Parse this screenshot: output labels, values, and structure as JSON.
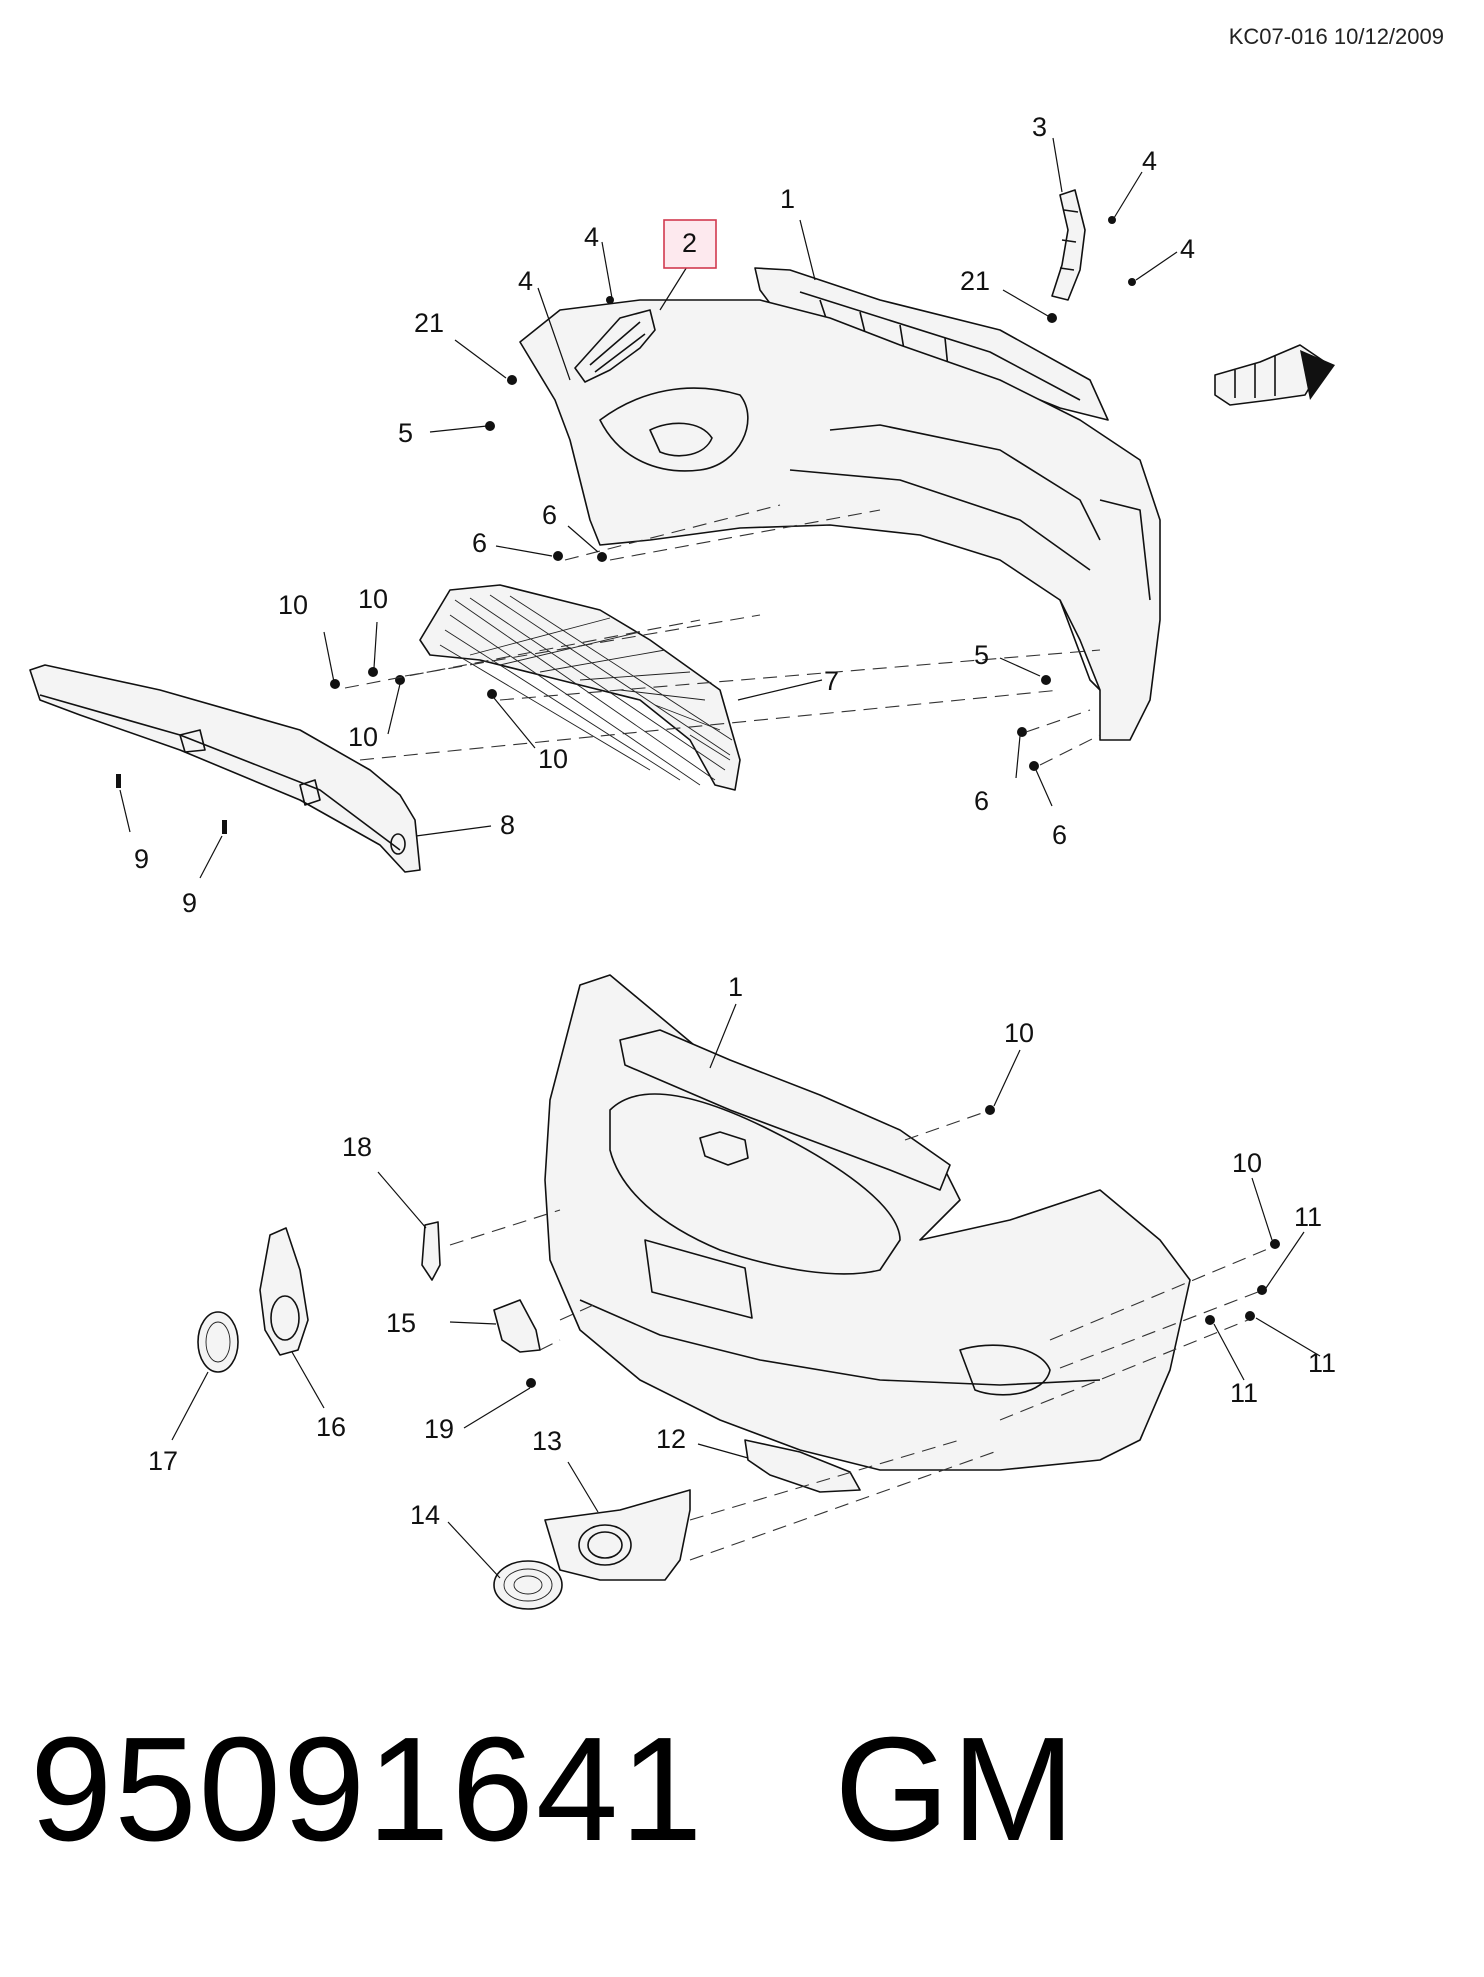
{
  "header": {
    "reference": "KC07-016 10/12/2009"
  },
  "highlight_color": "#d13a4f",
  "footer": {
    "part_number": "95091641",
    "brand": "GM"
  },
  "callouts": {
    "upper": {
      "c1": "1",
      "c2": "2",
      "c3": "3",
      "c4a": "4",
      "c4b": "4",
      "c4c": "4",
      "c4d": "4",
      "c21a": "21",
      "c21b": "21",
      "c5a": "5",
      "c5b": "5",
      "c6a": "6",
      "c6b": "6",
      "c6c": "6",
      "c6d": "6",
      "c7": "7",
      "c8": "8",
      "c9a": "9",
      "c9b": "9",
      "c10a": "10",
      "c10b": "10",
      "c10c": "10",
      "c10d": "10"
    },
    "lower": {
      "c1": "1",
      "c10a": "10",
      "c10b": "10",
      "c11a": "11",
      "c11b": "11",
      "c11c": "11",
      "c12": "12",
      "c13": "13",
      "c14": "14",
      "c15": "15",
      "c16": "16",
      "c17": "17",
      "c18": "18",
      "c19": "19"
    }
  },
  "icons": {
    "front_indicator": "frt-arrow-icon"
  }
}
